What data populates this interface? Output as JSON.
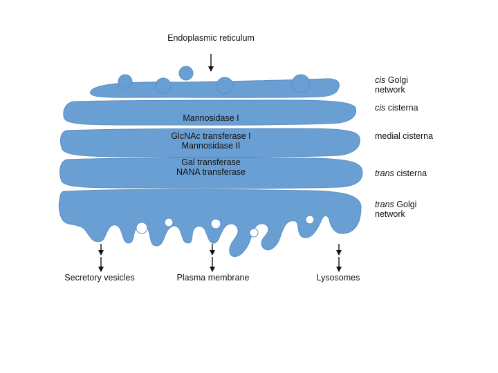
{
  "diagram": {
    "top_label": "Endoplasmic reticulum",
    "cisternae_text": {
      "cis": "Mannosidase I",
      "medial": [
        "GlcNAc transferase I",
        "Mannosidase II"
      ],
      "trans": [
        "Gal transferase",
        "NANA transferase"
      ]
    },
    "side_labels": {
      "cis_golgi_network": [
        "cis",
        "Golgi",
        "network"
      ],
      "cis_cisterna": [
        "cis",
        "cisterna"
      ],
      "medial_cisterna": "medial cisterna",
      "trans_cisterna": [
        "trans",
        "cisterna"
      ],
      "trans_golgi_network": [
        "trans",
        "Golgi",
        "network"
      ]
    },
    "destinations": [
      "Secretory vesicles",
      "Plasma membrane",
      "Lysosomes"
    ],
    "colors": {
      "cisterna_fill": "#6a9fd4",
      "text": "#111111",
      "arrow": "#111111"
    }
  }
}
